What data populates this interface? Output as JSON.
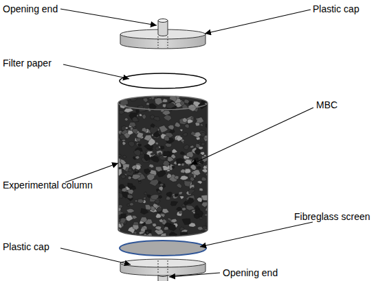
{
  "diagram": {
    "labels": [
      "Opening end",
      "Plastic cap",
      "Filter paper",
      "MBC",
      "Experimental column",
      "Fibreglass screen",
      "Plastic cap",
      "Opening end"
    ]
  }
}
